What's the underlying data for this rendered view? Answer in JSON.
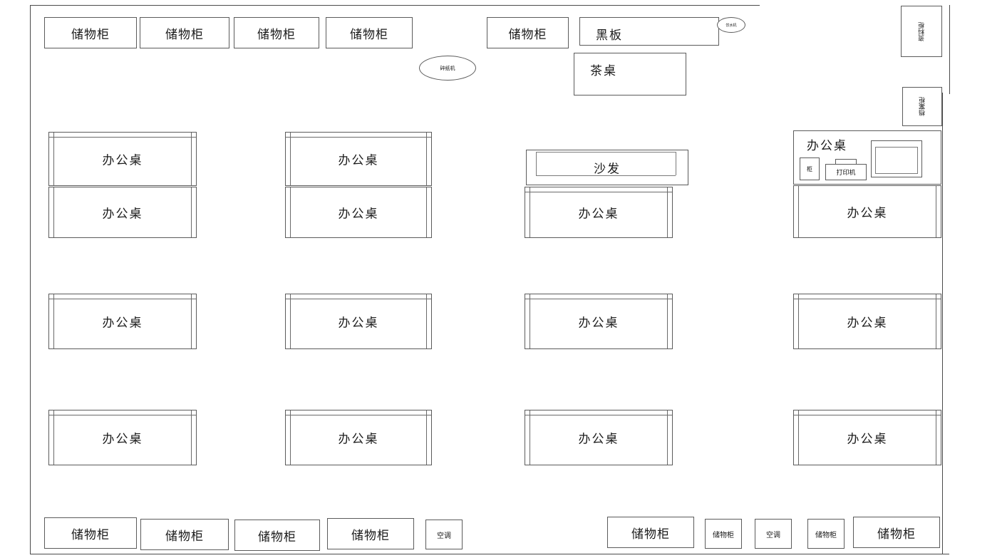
{
  "labels": {
    "cabinet": "储物柜",
    "desk": "办公桌",
    "blackboard": "黑板",
    "tea_table": "茶桌",
    "sofa": "沙发",
    "printer": "打印机",
    "air_conditioner": "空调",
    "node_small": "碎纸机",
    "node_tiny": "饮水机",
    "vertical_1": "资料柜",
    "vertical_2": "档案柜",
    "equipment_small": "柜"
  },
  "colors": {
    "line": "#5b5b5b",
    "wall": "#4a4a4a",
    "text": "#1a1a1a",
    "background": "#ffffff"
  },
  "top_cabinets": [
    {
      "label": "储物柜"
    },
    {
      "label": "储物柜"
    },
    {
      "label": "储物柜"
    },
    {
      "label": "储物柜"
    },
    {
      "label": "储物柜"
    }
  ],
  "bottom_cabinets_left": [
    {
      "label": "储物柜"
    },
    {
      "label": "储物柜"
    },
    {
      "label": "储物柜"
    },
    {
      "label": "储物柜"
    }
  ],
  "bottom_ac_left": {
    "label": "空调"
  },
  "bottom_cabinets_right": [
    {
      "label": "储物柜"
    },
    {
      "label": "储物柜"
    },
    {
      "label": "空调"
    },
    {
      "label": "储物柜"
    },
    {
      "label": "储物柜"
    }
  ],
  "desks": {
    "row1": [
      {
        "label": "办公桌"
      },
      {
        "label": "办公桌"
      },
      {
        "label": "办公桌"
      },
      {
        "label": "办公桌"
      },
      {
        "label": "办公桌"
      },
      {
        "label": "办公桌"
      },
      {
        "label": "办公桌"
      }
    ],
    "row2": [
      {
        "label": "办公桌"
      },
      {
        "label": "办公桌"
      },
      {
        "label": "办公桌"
      },
      {
        "label": "办公桌"
      }
    ],
    "row3": [
      {
        "label": "办公桌"
      },
      {
        "label": "办公桌"
      },
      {
        "label": "办公桌"
      },
      {
        "label": "办公桌"
      }
    ]
  },
  "printer_station": {
    "title": "办公桌",
    "printer_left": "打印机",
    "printer_right": "打印机",
    "equipment": "柜"
  },
  "meeting_area": {
    "blackboard": "黑板",
    "tea_table": "茶桌",
    "node": "碎纸机"
  },
  "lounge": {
    "sofa": "沙发",
    "desk": "办公桌"
  },
  "right_wall_units": [
    {
      "label": "资料柜"
    },
    {
      "label": "档案柜"
    }
  ]
}
